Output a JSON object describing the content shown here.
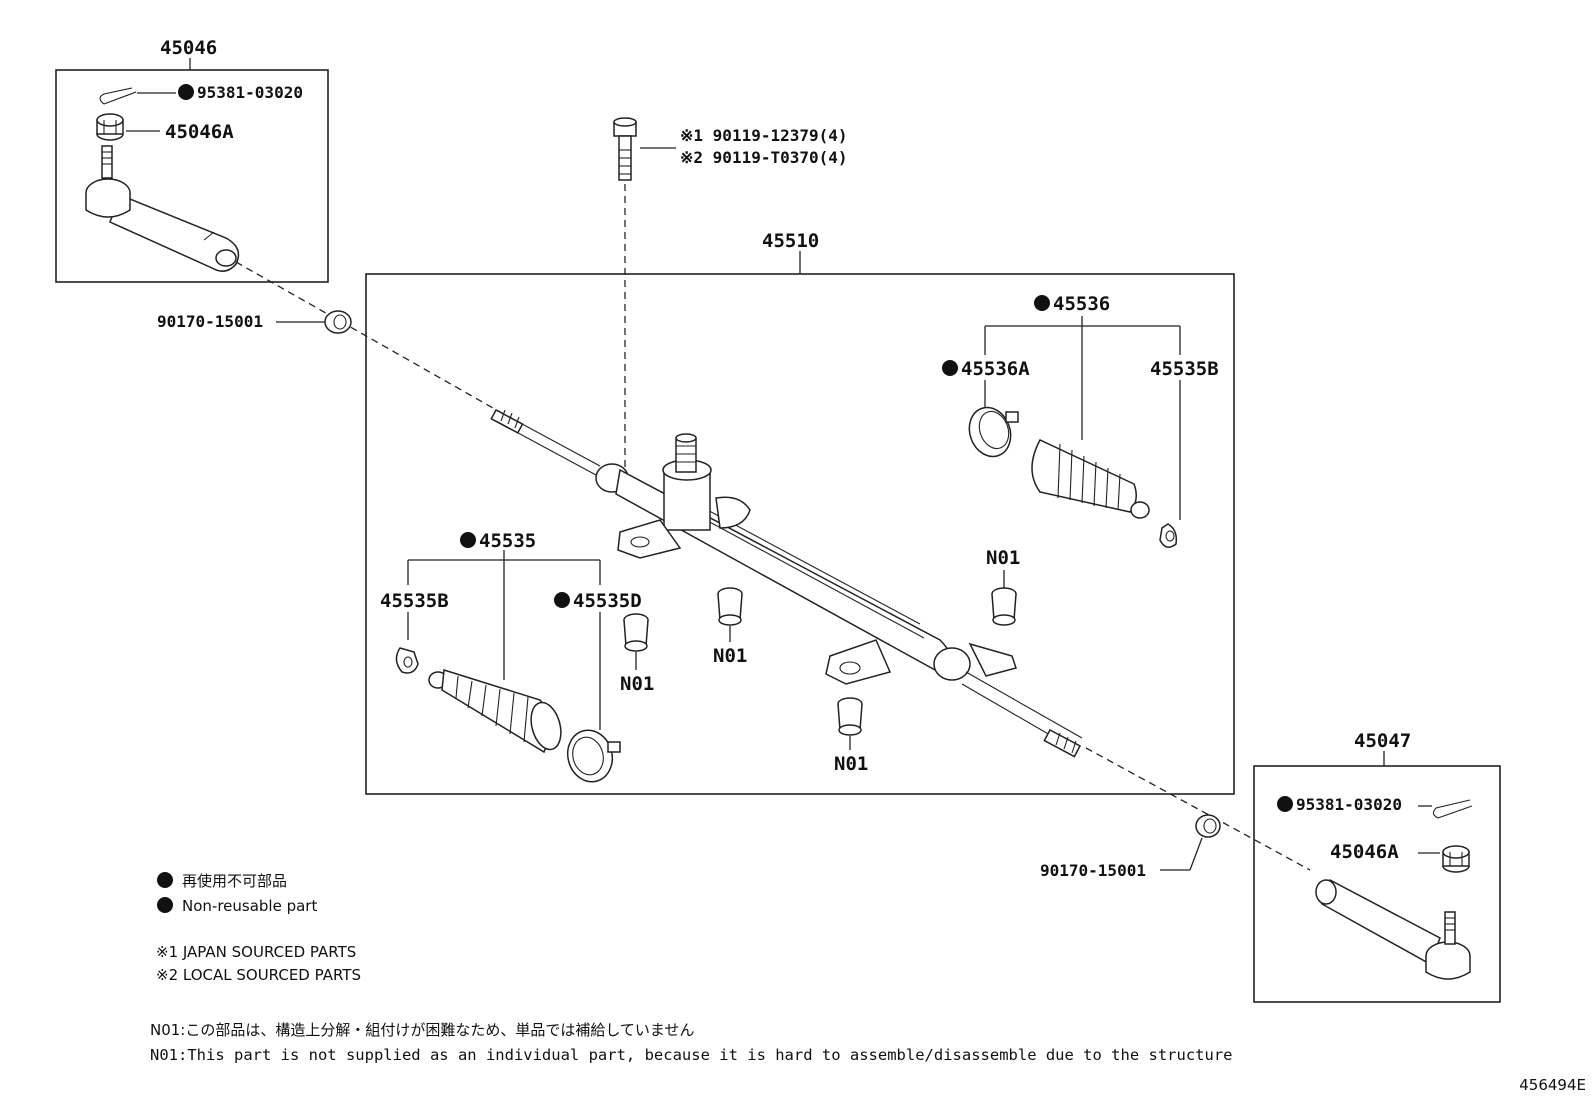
{
  "diagram_id": "456494E",
  "groups": {
    "tie_rod_end_lh": "45046",
    "tie_rod_end_rh": "45047",
    "steering_rack_assy": "45510",
    "boot_set_rh": "45536",
    "boot_set_lh": "45535"
  },
  "labels": {
    "cotter_pin_lh": "95381-03020",
    "nut_lh": "45046A",
    "cotter_pin_rh": "95381-03020",
    "nut_rh": "45046A",
    "bolt_line1": "※1 90119-12379(4)",
    "bolt_line2": "※2 90119-T0370(4)",
    "lock_nut_lh": "90170-15001",
    "lock_nut_rh": "90170-15001",
    "clamp_45536A": "45536A",
    "clip_45535B_right": "45535B",
    "clip_45535B_left": "45535B",
    "clamp_45535D": "45535D",
    "n01_a": "N01",
    "n01_b": "N01",
    "n01_c": "N01",
    "n01_d": "N01"
  },
  "legend": {
    "non_reusable_jp": "再使用不可部品",
    "non_reusable_en": "Non-reusable part",
    "note1": "※1 JAPAN SOURCED PARTS",
    "note2": "※2 LOCAL SOURCED PARTS",
    "n01_jp": "N01:この部品は、構造上分解・組付けが困難なため、単品では補給していません",
    "n01_en": "N01:This part is not supplied as an individual part, because it is hard to assemble/disassemble due to the structure"
  },
  "colors": {
    "ink": "#111111",
    "background": "#ffffff"
  }
}
